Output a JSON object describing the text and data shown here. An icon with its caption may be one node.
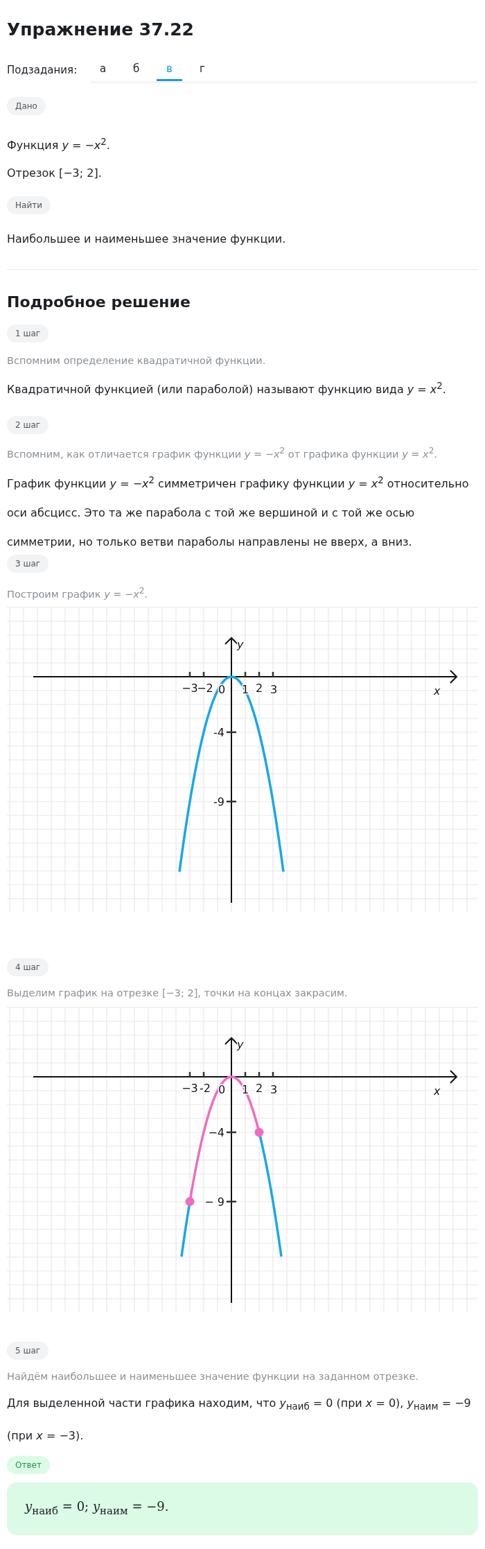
{
  "diagram": {
    "title": "Упражнение 37.22",
    "labels": [
      "Подзадания:",
      "а",
      "б",
      "в",
      "г",
      "Дано",
      "Функция *y* = −*x*$^{2}$.",
      "Отрезок [−3; 2].",
      "Найти",
      "Наибольшее и наименьшее значение функции.",
      "Подробное решение",
      "1 шаг",
      "Вспомним определение квадратичной функции.",
      "Квадратичной функцией (или параболой) называют функцию вида *y* = *x*$^{2}$.",
      "2 шаг",
      "Вспомним, как отличается график функции *y* = −*x*$^{2}$ от графика функции *y* = *x*$^{2}$.",
      "График функции *y* = −*x*$^{2}$ симметричен графику функции *y* = *x*$^{2}$ относительно оси абсцисс. Это та же парабола с той же вершиной и с той же осью симметрии, но только ветви параболы направлены не вверх, а вниз.",
      "3 шаг",
      "Построим график *y* = −*x*$^{2}$.",
      "y",
      "x",
      "−3",
      "−2",
      "0",
      "1",
      "2",
      "3",
      "-4",
      "-9",
      "4 шаг",
      "Выделим график на отрезке [−3; 2], точки на концах закрасим.",
      "y",
      "x",
      "−3",
      "-2",
      "0",
      "1",
      "2",
      "3",
      "−4",
      "− 9",
      "5 шаг",
      "Найдём наибольшее и наименьшее значение функции на заданном отрезке.",
      "Для выделенной части графика находим, что *y*$_{наиб}$ = 0 (при *x* = 0), *y*$_{наим}$ = −9 (при *x* = −3).",
      "Ответ",
      "*y*$_{наиб}$ = 0; *y*$_{наим}$ = −9."
    ]
  }
}
